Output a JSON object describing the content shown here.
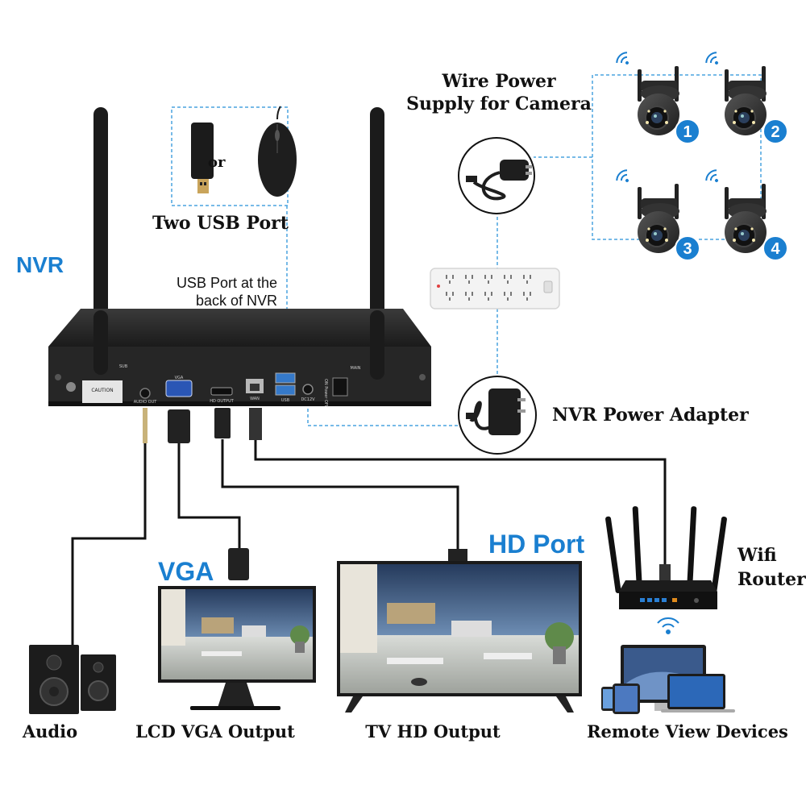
{
  "labels": {
    "nvr": "NVR",
    "usb_port_back_line1": "USB Port at the",
    "usb_port_back_line2": "back of NVR",
    "two_usb_port": "Two USB Port",
    "usb_or": "or",
    "wire_power_line1": "Wire Power",
    "wire_power_line2": "Supply for Camera",
    "nvr_power_adapter": "NVR Power Adapter",
    "vga": "VGA",
    "hd_port": "HD Port",
    "wifi_router_line1": "Wifi",
    "wifi_router_line2": "Router",
    "audio": "Audio",
    "lcd_vga_output": "LCD VGA Output",
    "tv_hd_output": "TV HD Output",
    "remote_view_devices": "Remote View Devices"
  },
  "nvr_panel": {
    "audio_out": "AUDIO OUT",
    "vga": "VGA",
    "hd_output": "HD OUTPUT",
    "wan": "WAN",
    "usb": "USB",
    "dc12v": "DC12V",
    "power_switch": "ON Power OFF",
    "sub": "SUB",
    "main": "MAIN",
    "caution": "CAUTION"
  },
  "cameras": [
    {
      "number": "1"
    },
    {
      "number": "2"
    },
    {
      "number": "3"
    },
    {
      "number": "4"
    }
  ],
  "colors": {
    "accent_blue": "#1a7fd0",
    "dashed_line": "#4aa3df",
    "device_black": "#1d1d1d"
  }
}
